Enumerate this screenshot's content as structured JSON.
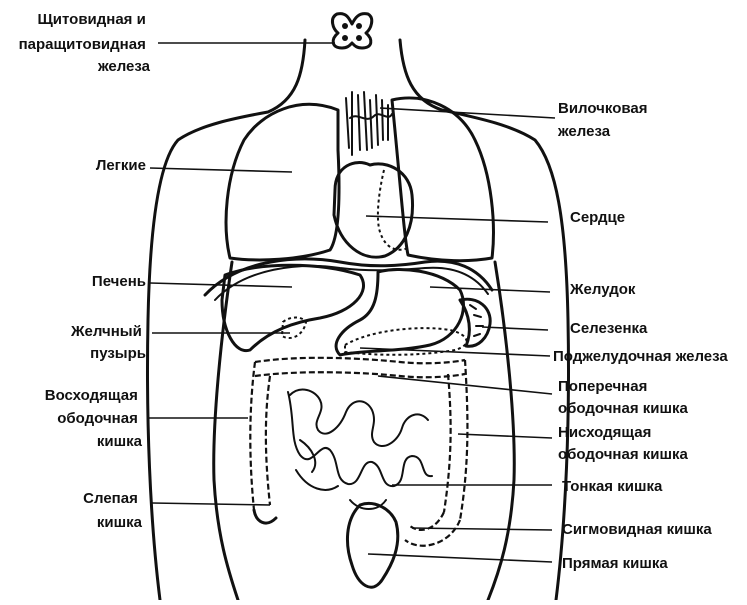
{
  "labels": {
    "thyroid": [
      "Щитовидная и",
      "паращитовидная",
      "железа"
    ],
    "thymus": [
      "Вилочковая",
      "железа"
    ],
    "lungs": [
      "Легкие"
    ],
    "heart": [
      "Сердце"
    ],
    "liver": [
      "Печень"
    ],
    "stomach": [
      "Желудок"
    ],
    "gallbladder": [
      "Желчный",
      "пузырь"
    ],
    "spleen": [
      "Селезенка"
    ],
    "pancreas": [
      "Поджелудочная железа"
    ],
    "ascending_colon": [
      "Восходящая",
      "ободочная",
      "кишка"
    ],
    "transverse_colon": [
      "Поперечная",
      "ободочная кишка"
    ],
    "descending_colon": [
      "Нисходящая",
      "ободочная кишка"
    ],
    "cecum": [
      "Слепая",
      "кишка"
    ],
    "small_intestine": [
      "Тонкая кишка"
    ],
    "sigmoid_colon": [
      "Сигмовидная кишка"
    ],
    "rectum": [
      "Прямая кишка"
    ]
  },
  "colors": {
    "ink": "#111111",
    "background": "#ffffff"
  }
}
